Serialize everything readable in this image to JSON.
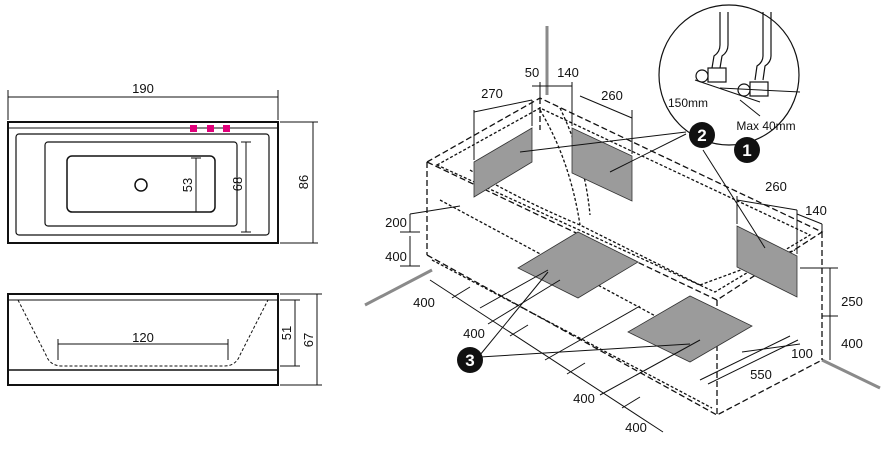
{
  "plan_view": {
    "length": "190",
    "width_outer": "86",
    "width_inner": "68",
    "basin_width": "53",
    "marker_color": "#e0007a"
  },
  "side_view": {
    "bottom_length": "120",
    "inner_height": "51",
    "outer_height": "67"
  },
  "iso_view": {
    "dims": {
      "d270": "270",
      "d50": "50",
      "d140_top": "140",
      "d260_top": "260",
      "d260_right": "260",
      "d140_right": "140",
      "d200": "200",
      "d400_left": "400",
      "d400_front_a": "400",
      "d400_front_b": "400",
      "d400_front_c": "400",
      "d400_front_d": "400",
      "d250": "250",
      "d400_right": "400",
      "d100": "100",
      "d550": "550"
    },
    "callouts": {
      "c1": "1",
      "c2": "2",
      "c3": "3"
    },
    "valve_detail": {
      "label_150": "150mm",
      "label_max": "Max 40mm"
    },
    "panel_color": "#9b9b9b"
  }
}
